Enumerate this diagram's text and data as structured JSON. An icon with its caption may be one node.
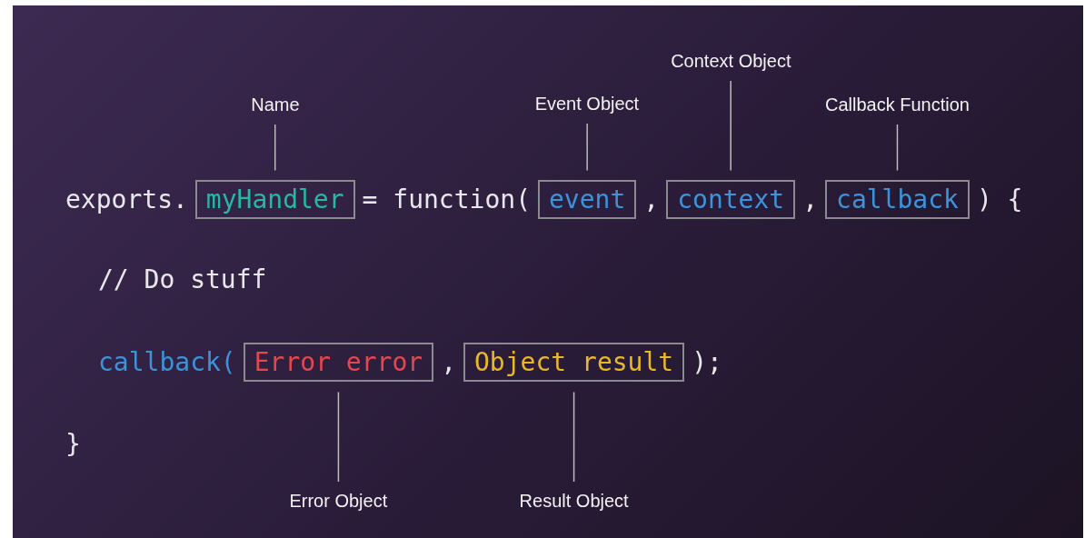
{
  "diagram": {
    "nodes": [
      {
        "text": [
          "Name"
        ]
      },
      {
        "text": [
          "Event Object"
        ]
      },
      {
        "text": [
          "Context Object"
        ]
      },
      {
        "text": [
          "Callback Function"
        ]
      },
      {
        "text": [
          "myHandler"
        ]
      },
      {
        "text": [
          "event"
        ]
      },
      {
        "text": [
          "context"
        ]
      },
      {
        "text": [
          "callback"
        ]
      },
      {
        "text": [
          "Error error"
        ]
      },
      {
        "text": [
          "Object result"
        ]
      },
      {
        "text": [
          "Error Object"
        ]
      },
      {
        "text": [
          "Result Object"
        ]
      }
    ],
    "edges": [
      {
        "from": 0,
        "to": 4,
        "arrow": "none"
      },
      {
        "from": 1,
        "to": 5,
        "arrow": "none"
      },
      {
        "from": 2,
        "to": 6,
        "arrow": "none"
      },
      {
        "from": 3,
        "to": 7,
        "arrow": "none"
      },
      {
        "from": 10,
        "to": 8,
        "arrow": "none"
      },
      {
        "from": 11,
        "to": 9,
        "arrow": "none"
      }
    ],
    "labels": [
      "exports.",
      "= function(",
      ",",
      ",",
      ") {",
      "// Do stuff",
      "callback(",
      ",",
      ");",
      "}"
    ]
  }
}
